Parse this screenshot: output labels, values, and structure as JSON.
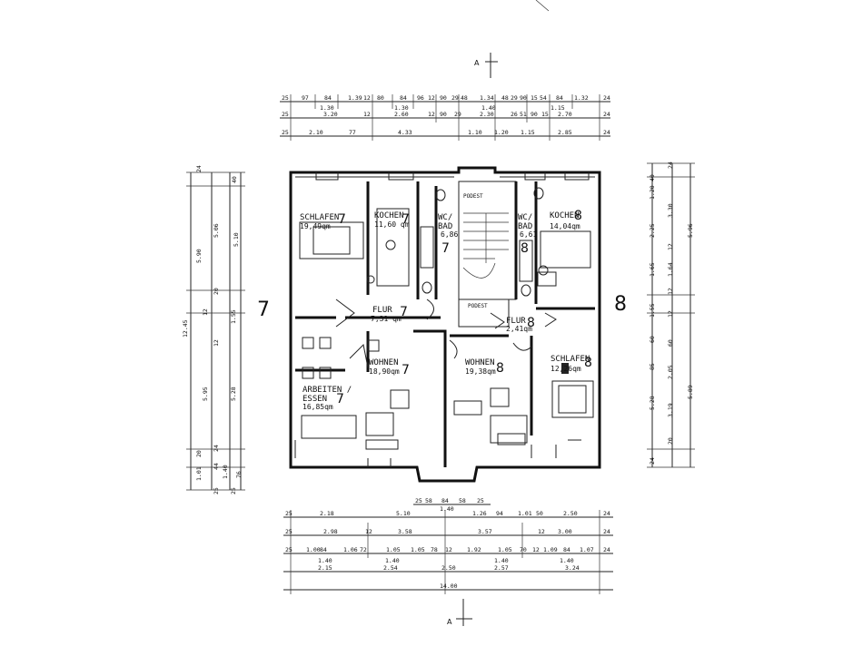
{
  "units": {
    "left": "7",
    "right": "8"
  },
  "section_marks": {
    "top": "A",
    "bottom": "A"
  },
  "rooms": [
    {
      "name": "SCHLAFEN",
      "area": "19,49qm",
      "unit": "7"
    },
    {
      "name": "KOCHEN",
      "area": "11,60 qm",
      "unit": "7"
    },
    {
      "name": "WC/",
      "name2": "BAD",
      "area": "6,86",
      "unit": "7"
    },
    {
      "name": "FLUR",
      "area": "7,31 qm",
      "unit": "7"
    },
    {
      "name": "WOHNEN",
      "area": "18,90qm",
      "unit": "7"
    },
    {
      "name": "ARBEITEN /",
      "name2": "ESSEN",
      "area": "16,85qm",
      "unit": "7"
    },
    {
      "name": "WC/",
      "name2": "BAD",
      "area": "6,61",
      "unit": "8"
    },
    {
      "name": "KOCHEN",
      "area": "14,04qm",
      "unit": "8"
    },
    {
      "name": "FLUR",
      "area": "2,41qm",
      "unit": "8"
    },
    {
      "name": "WOHNEN",
      "area": "19,38qm",
      "unit": "8"
    },
    {
      "name": "SCHLAFEN",
      "area": "12,26qm",
      "unit": "8"
    }
  ],
  "podest": {
    "top": "PODEST",
    "bottom": "PODEST"
  },
  "dims_top": {
    "row1": [
      "25",
      "97",
      "84",
      "1.39",
      "12",
      "80",
      "84",
      "96",
      "12",
      "90",
      "29",
      "48",
      "1.34",
      "48",
      "29",
      "90",
      "15",
      "54",
      "84",
      "1.32",
      "24"
    ],
    "row1b": [
      "1.30",
      "1.30",
      "1.40",
      "1.15"
    ],
    "row2": [
      "25",
      "3.20",
      "12",
      "2.60",
      "12",
      "90",
      "29",
      "2.30",
      "26",
      "51",
      "90",
      "15",
      "2.70",
      "24"
    ],
    "row3": [
      "25",
      "2.10",
      "77",
      "4.33",
      "1.10",
      "1.20",
      "1.15",
      "2.85",
      "24"
    ]
  },
  "dims_bottom": {
    "row0": [
      "25",
      "58",
      "84",
      "58",
      "25",
      "1.40"
    ],
    "row1": [
      "25",
      "2.18",
      "5.10",
      "1.26",
      "94",
      "1.01",
      "50",
      "2.50",
      "24"
    ],
    "row2": [
      "25",
      "2.98",
      "12",
      "3.58",
      "3.57",
      "12",
      "3.00",
      "24"
    ],
    "row3": [
      "25",
      "1.00",
      "84",
      "1.06",
      "72",
      "1.05",
      "1.05",
      "78",
      "12",
      "1.92",
      "1.05",
      "70",
      "12",
      "1.09",
      "84",
      "1.07",
      "24"
    ],
    "row3b": [
      "1.40",
      "1.40",
      "1.40",
      "1.40"
    ],
    "row4": [
      "2.15",
      "2.54",
      "2.50",
      "2.57",
      "3.24"
    ],
    "total": "14.00"
  },
  "dims_left": [
    "24",
    "40",
    "5.06",
    "5.10",
    "5.90",
    "20",
    "12",
    "1.55",
    "12.45",
    "12",
    "5.95",
    "5.28",
    "20",
    "24",
    "1.01",
    "44",
    "25",
    "1.40",
    "25",
    "76"
  ],
  "dims_right": [
    "24",
    "40",
    "1.20",
    "3.30",
    "2.25",
    "5.96",
    "12",
    "1.65",
    "1.64",
    "12",
    "1.55",
    "12",
    "60",
    "60",
    "85",
    "2.05",
    "5.89",
    "3.19",
    "5.28",
    "20",
    "24"
  ]
}
